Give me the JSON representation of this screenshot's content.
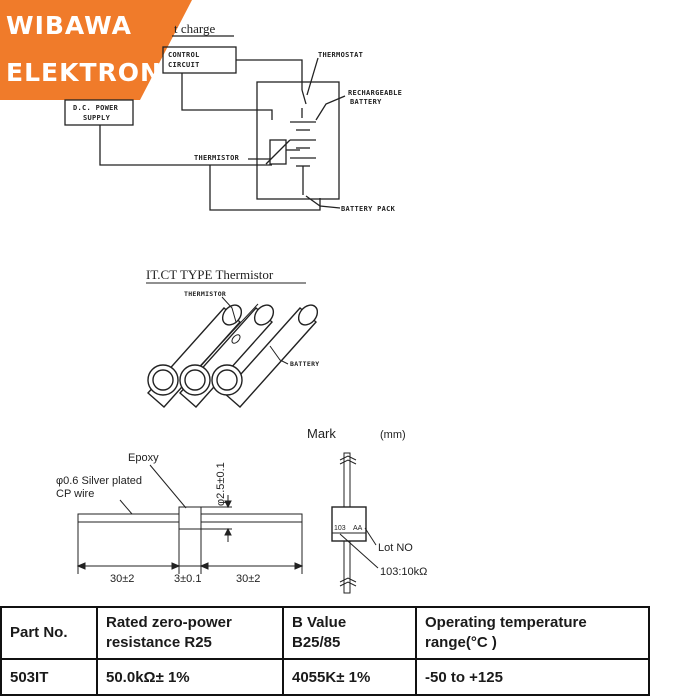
{
  "brand": {
    "line1": "WIBAWA",
    "line2": "ELEKTRONIK",
    "color": "#f07b2a"
  },
  "circuit": {
    "title_fragment": "t charge",
    "control_circuit": [
      "CONTROL",
      "CIRCUIT"
    ],
    "dc_power_supply": [
      "D.C. POWER",
      "SUPPLY"
    ],
    "thermostat": "THERMOSTAT",
    "rechargeable_battery": [
      "RECHARGEABLE",
      "BATTERY"
    ],
    "thermistor": "THERMISTOR",
    "battery_pack": "BATTERY PACK"
  },
  "itct": {
    "title": "IT.CT TYPE Thermistor",
    "thermistor": "THERMISTOR",
    "battery": "BATTERY"
  },
  "dimension": {
    "epoxy": "Epoxy",
    "wire": [
      "φ0.6 Silver plated",
      "CP wire"
    ],
    "diameter": "φ2.5±0.1",
    "dims": [
      "30±2",
      "3±0.1",
      "30±2"
    ],
    "mark": "Mark",
    "unit": "(mm)",
    "body_code": "103",
    "lot_code": "AA",
    "lot_no": "Lot NO",
    "code_meaning": "103:10kΩ"
  },
  "table": {
    "headers": [
      "Part No.",
      "Rated zero-power resistance R25",
      "B Value B25/85",
      "Operating temperature range(°C )"
    ],
    "header_lines": [
      [
        "Part No."
      ],
      [
        "Rated zero-power",
        "resistance R25"
      ],
      [
        "B Value",
        "B25/85"
      ],
      [
        "Operating temperature",
        "range(°C )"
      ]
    ],
    "rows": [
      [
        "503IT",
        "50.0kΩ± 1%",
        "4055K± 1%",
        "-50 to +125"
      ]
    ]
  }
}
